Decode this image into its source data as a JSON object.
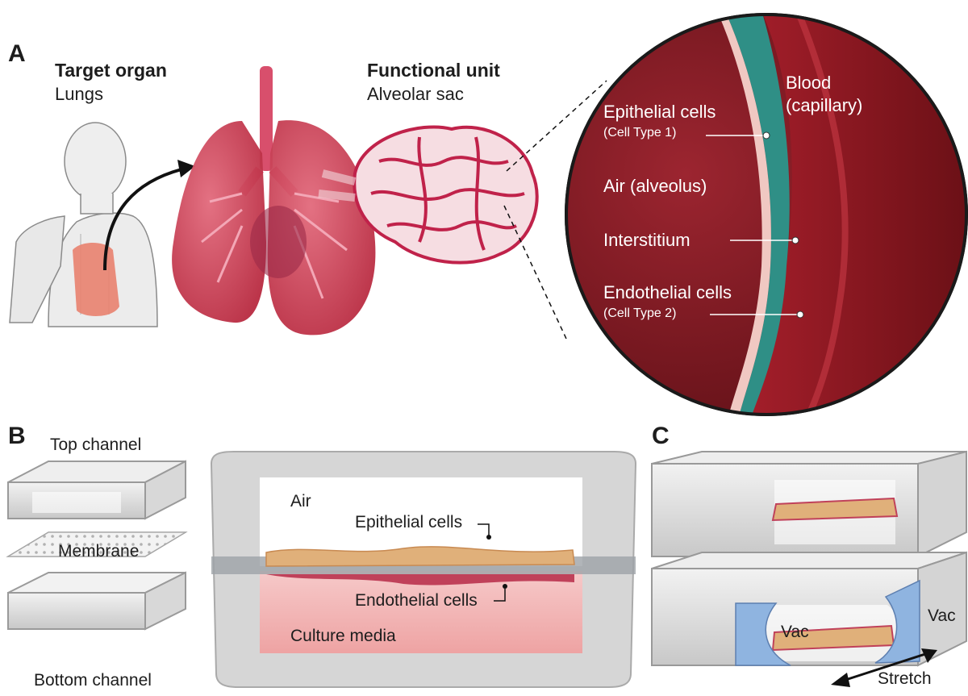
{
  "panel_a": {
    "letter": "A",
    "target_title": "Target organ",
    "target_sub": "Lungs",
    "unit_title": "Functional unit",
    "unit_sub": "Alveolar sac",
    "zoom": {
      "epithelial": "Epithelial cells",
      "epithelial_type": "(Cell Type 1)",
      "air": "Air (alveolus)",
      "interstitium": "Interstitium",
      "endothelial": "Endothelial cells",
      "endothelial_type": "(Cell Type 2)",
      "blood_line1": "Blood",
      "blood_line2": "(capillary)"
    }
  },
  "panel_b": {
    "letter": "B",
    "top_channel": "Top channel",
    "membrane": "Membrane",
    "bottom_channel": "Bottom channel",
    "air": "Air",
    "epithelial": "Epithelial cells",
    "endothelial": "Endothelial cells",
    "culture": "Culture media"
  },
  "panel_c": {
    "letter": "C",
    "vac_left": "Vac",
    "vac_right": "Vac",
    "stretch": "Stretch"
  },
  "colors": {
    "lung_red": "#c8324a",
    "blood_red": "#8c1a22",
    "interstitium_teal": "#2f8f86",
    "media_pink": "#f1b7b7",
    "cell_tan": "#e0b07a",
    "vac_blue": "#8fb4e0"
  }
}
